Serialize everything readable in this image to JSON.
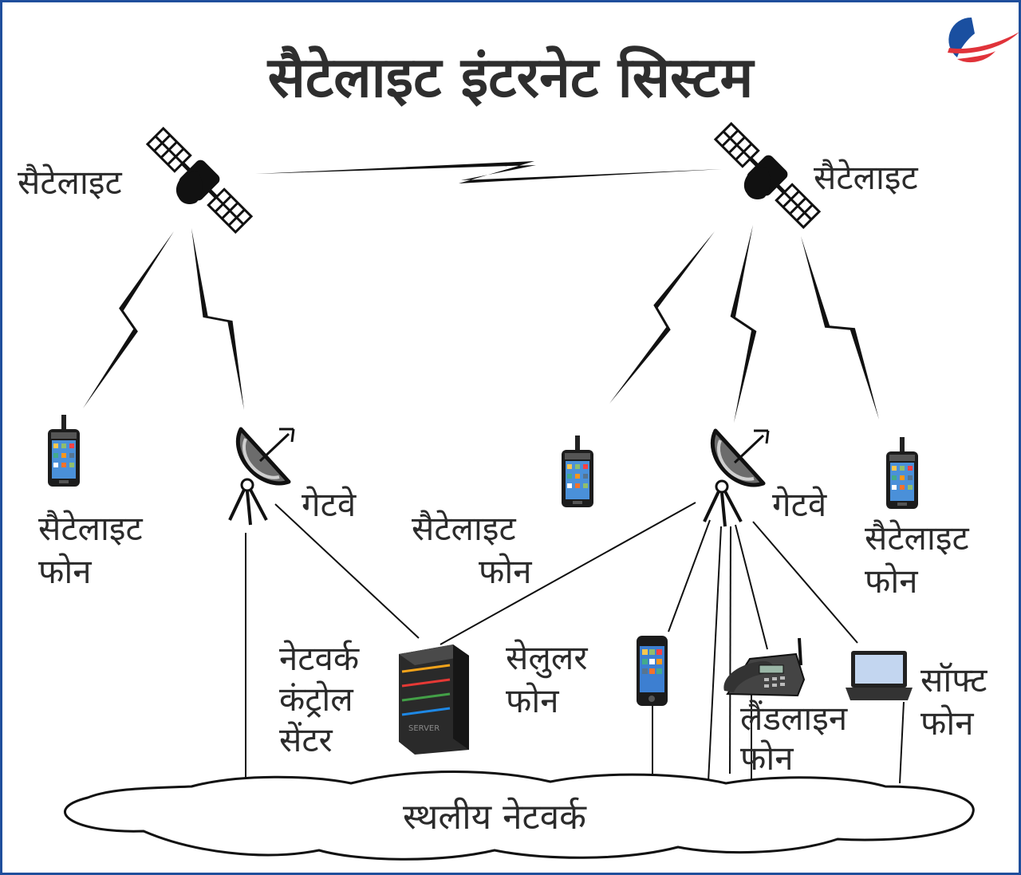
{
  "title": "सैटेलाइट इंटरनेट सिस्टम",
  "labels": {
    "satellite_left": "सैटेलाइट",
    "satellite_right": "सैटेलाइट",
    "sat_phone_1": [
      "सैटेलाइट",
      "फोन"
    ],
    "gateway_1": "गेटवे",
    "sat_phone_2": [
      "सैटेलाइट",
      "फोन"
    ],
    "gateway_2": "गेटवे",
    "sat_phone_3": [
      "सैटेलाइट",
      "फोन"
    ],
    "network_control_center": [
      "नेटवर्क",
      "कंट्रोल",
      "सेंटर"
    ],
    "cellular_phone": [
      "सेलुलर",
      "फोन"
    ],
    "landline_phone": [
      "लैंडलाइन",
      "फोन"
    ],
    "soft_phone": [
      "सॉफ्ट",
      "फोन"
    ],
    "terrestrial_network": "स्थलीय नेटवर्क",
    "server_text": "SERVER"
  },
  "colors": {
    "frame": "#1f4e9c",
    "text": "#2b2b2b",
    "logo_blue": "#1a4fa0",
    "logo_red": "#e0333a",
    "server_led": [
      "#f2a31b",
      "#e53935",
      "#43a047",
      "#1e88e5"
    ]
  },
  "icons": [
    "satellite-icon",
    "satellite-phone-icon",
    "satellite-dish-icon",
    "server-icon",
    "cellphone-icon",
    "landline-phone-icon",
    "laptop-icon",
    "cloud-icon",
    "logo-icon"
  ]
}
